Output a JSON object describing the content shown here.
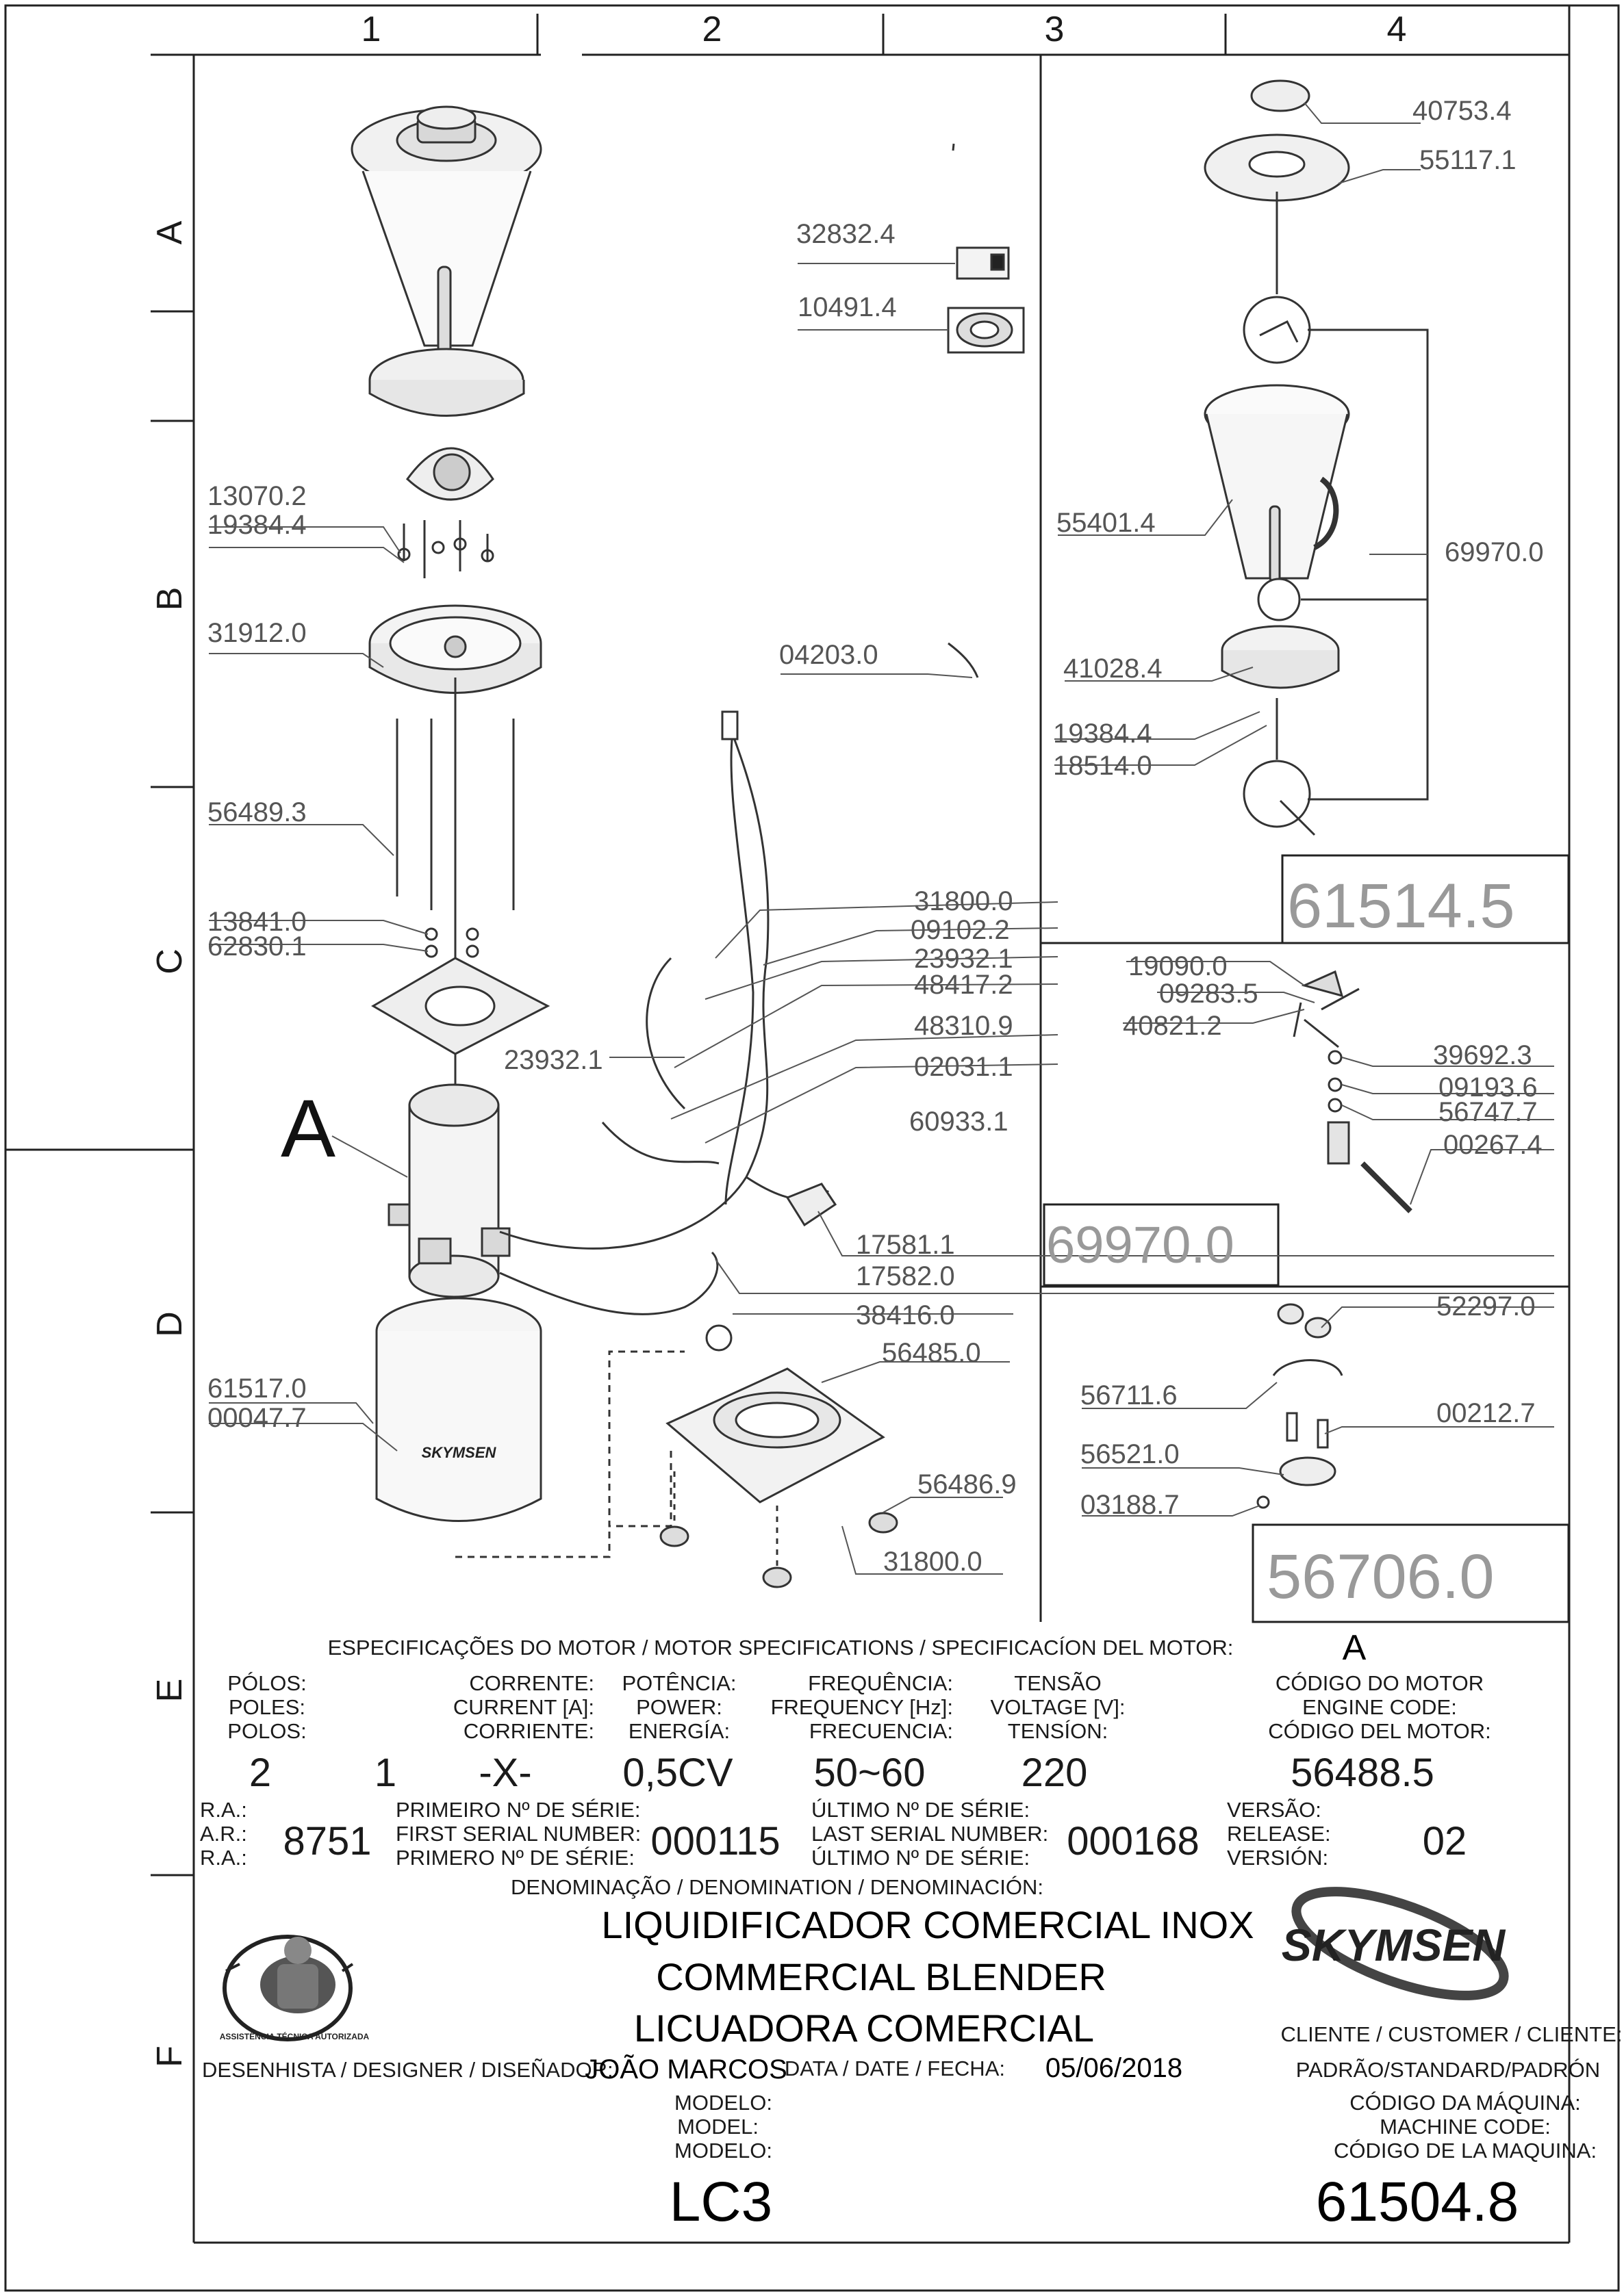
{
  "grid": {
    "columns": [
      "1",
      "2",
      "3",
      "4"
    ],
    "rows": [
      "A",
      "B",
      "C",
      "D",
      "E",
      "F"
    ]
  },
  "parts": {
    "p40753_4": "40753.4",
    "p55117_1": "55117.1",
    "p32832_4": "32832.4",
    "p10491_4": "10491.4",
    "p13070_2": "13070.2",
    "p19384_4_a": "19384.4",
    "p31912_0": "31912.0",
    "p55401_4": "55401.4",
    "p69970_0_a": "69970.0",
    "p04203_0": "04203.0",
    "p41028_4": "41028.4",
    "p19384_4_b": "19384.4",
    "p18514_0": "18514.0",
    "p56489_3": "56489.3",
    "p61514_5": "61514.5",
    "p31800_0_a": "31800.0",
    "p09102_2": "09102.2",
    "p23932_1_a": "23932.1",
    "p48417_2": "48417.2",
    "p13841_0": "13841.0",
    "p62830_1": "62830.1",
    "p23932_1_b": "23932.1",
    "p48310_9": "48310.9",
    "p02031_1": "02031.1",
    "p19090_0": "19090.0",
    "p09283_5": "09283.5",
    "p40821_2": "40821.2",
    "p39692_3": "39692.3",
    "p09193_6": "09193.6",
    "p56747_7": "56747.7",
    "p00267_4": "00267.4",
    "p60933_1": "60933.1",
    "p69970_0_b": "69970.0",
    "p17581_1": "17581.1",
    "p17582_0": "17582.0",
    "p38416_0": "38416.0",
    "p52297_0": "52297.0",
    "p56485_0": "56485.0",
    "p61517_0": "61517.0",
    "p00047_7": "00047.7",
    "p56711_6": "56711.6",
    "p00212_7": "00212.7",
    "p56521_0": "56521.0",
    "p56486_9": "56486.9",
    "p03188_7": "03188.7",
    "p31800_0_b": "31800.0",
    "p56706_0": "56706.0",
    "motor_callout": "A",
    "brand_can": "SKYMSEN"
  },
  "specs": {
    "header": "ESPECIFICAÇÕES DO MOTOR / MOTOR SPECIFICATIONS / SPECIFICACÍON DEL MOTOR:",
    "motor_letter": "A",
    "poles": [
      "PÓLOS:",
      "POLES:",
      "POLOS:"
    ],
    "current": [
      "CORRENTE:",
      "CURRENT [A]:",
      "CORRIENTE:"
    ],
    "power": [
      "POTÊNCIA:",
      "POWER:",
      "ENERGÍA:"
    ],
    "frequency": [
      "FREQUÊNCIA:",
      "FREQUENCY [Hz]:",
      "FRECUENCIA:"
    ],
    "voltage": [
      "TENSÃO",
      "VOLTAGE [V]:",
      "TENSÍON:"
    ],
    "engine_code": [
      "CÓDIGO DO MOTOR",
      "ENGINE CODE:",
      "CÓDIGO DEL MOTOR:"
    ],
    "v_poles": "2",
    "v_current_a": "1",
    "v_current_b": "-X-",
    "v_power": "0,5CV",
    "v_frequency": "50~60",
    "v_voltage": "220",
    "v_engine_code": "56488.5",
    "ra": [
      "R.A.:",
      "A.R.:",
      "R.A.:"
    ],
    "v_ra": "8751",
    "first_serial": [
      "PRIMEIRO Nº DE SÉRIE:",
      "FIRST SERIAL NUMBER:",
      "PRIMERO Nº DE SÉRIE:"
    ],
    "v_first_serial": "000115",
    "last_serial": [
      "ÚLTIMO Nº DE SÉRIE:",
      "LAST SERIAL NUMBER:",
      "ÚLTIMO Nº DE SÉRIE:"
    ],
    "v_last_serial": "000168",
    "version": [
      "VERSÃO:",
      "RELEASE:",
      "VERSIÓN:"
    ],
    "v_version": "02"
  },
  "title_block": {
    "denomination_label": "DENOMINAÇÃO / DENOMINATION / DENOMINACIÓN:",
    "names": [
      "LIQUIDIFICADOR COMERCIAL INOX",
      "COMMERCIAL BLENDER",
      "LICUADORA COMERCIAL"
    ],
    "designer_label": "DESENHISTA / DESIGNER / DISEÑADOR:",
    "designer": "JOÃO MARCOS",
    "date_label": "DATA / DATE / FECHA:",
    "date": "05/06/2018",
    "model_label": [
      "MODELO:",
      "MODEL:",
      "MODELO:"
    ],
    "model": "LC3",
    "customer_label": "CLIENTE / CUSTOMER / CLIENTE:",
    "customer": "PADRÃO/STANDARD/PADRÓN",
    "machine_code_label": [
      "CÓDIGO DA MÁQUINA:",
      "MACHINE CODE:",
      "CÓDIGO DE LA MAQUINA:"
    ],
    "machine_code": "61504.8",
    "brand": "SKYMSEN",
    "service_seal": "ASSISTÊNCIA TÉCNICA AUTORIZADA"
  }
}
